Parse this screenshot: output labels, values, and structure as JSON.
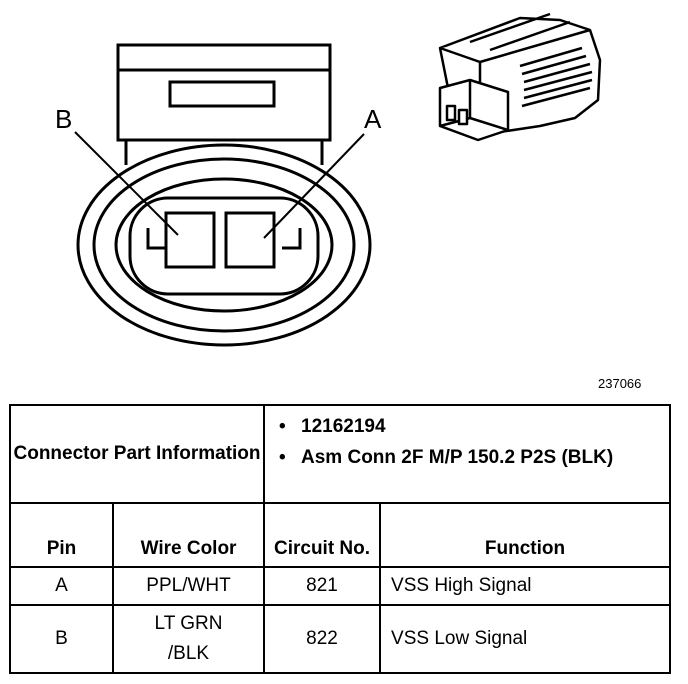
{
  "callouts": {
    "pin_b": "B",
    "pin_a": "A"
  },
  "figure_id": "237066",
  "connector_part": {
    "label": "Connector Part Information",
    "items": [
      "12162194",
      "Asm Conn 2F M/P 150.2 P2S (BLK)"
    ]
  },
  "headers": {
    "pin": "Pin",
    "wire_color": "Wire Color",
    "circuit": "Circuit No.",
    "function": "Function"
  },
  "rows": [
    {
      "pin": "A",
      "wire_color": "PPL/WHT",
      "circuit": "821",
      "function": "VSS High Signal"
    },
    {
      "pin": "B",
      "wire_color": "LT GRN /BLK",
      "circuit": "822",
      "function": "VSS Low Signal"
    }
  ]
}
